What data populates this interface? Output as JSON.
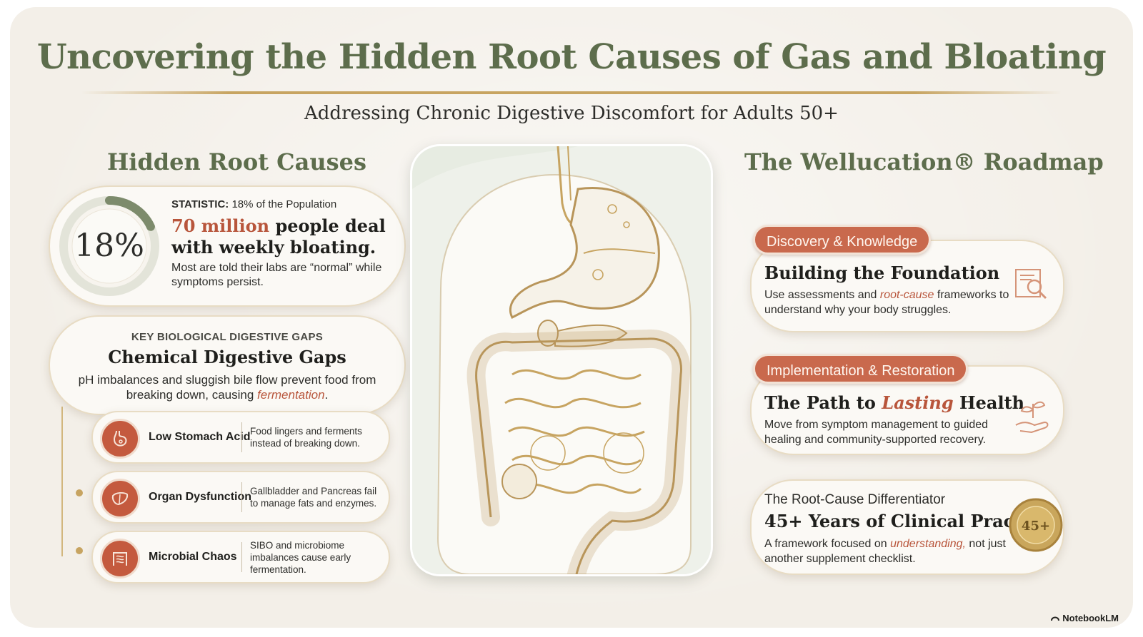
{
  "header": {
    "title": "Uncovering the Hidden Root Causes of Gas and Bloating",
    "subtitle": "Addressing Chronic Digestive Discomfort for Adults 50+"
  },
  "left": {
    "heading": "Hidden Root Causes",
    "stat": {
      "percent": "18%",
      "percent_value": 18,
      "label_prefix": "STATISTIC:",
      "label_text": "18% of the Population",
      "headline_highlight": "70 million",
      "headline_rest": "people deal with weekly bloating.",
      "body": "Most are told their labs are “normal” while symptoms persist."
    },
    "gaps": {
      "kicker": "KEY BIOLOGICAL DIGESTIVE GAPS",
      "title": "Chemical Digestive Gaps",
      "body_start": "pH imbalances and sluggish bile flow prevent food from breaking down, causing ",
      "body_em": "fermentation",
      "body_end": "."
    },
    "causes": [
      {
        "name": "Low Stomach Acid",
        "desc": "Food lingers and ferments instead of breaking down.",
        "icon": "stomach-icon"
      },
      {
        "name": "Organ Dysfunction",
        "desc": "Gallbladder and Pancreas fail to manage fats and enzymes.",
        "icon": "liver-icon"
      },
      {
        "name": "Microbial Chaos",
        "desc": "SIBO and microbiome imbalances cause early fermentation.",
        "icon": "intestine-icon"
      }
    ]
  },
  "right": {
    "heading": "The Wellucation® Roadmap",
    "steps": [
      {
        "tag": "Discovery & Knowledge",
        "title": "Building the Foundation",
        "body_start": "Use assessments and ",
        "body_em": "root-cause",
        "body_end": " frameworks to understand why your body struggles.",
        "icon": "magnifier-document-icon"
      },
      {
        "tag": "Implementation & Restoration",
        "title_start": "The Path to ",
        "title_em": "Lasting",
        "title_end": " Health",
        "body": "Move from symptom management to guided healing and community-supported recovery.",
        "icon": "hand-plant-icon"
      },
      {
        "kicker": "The Root-Cause Differentiator",
        "title": "45+ Years of Clinical Practice",
        "body_start": "A framework focused on ",
        "body_em": "understanding,",
        "body_end": " not just another supplement checklist.",
        "seal_text": "45+",
        "icon": "gold-seal-icon"
      }
    ]
  },
  "illustration": {
    "icon": "digestive-system-illustration"
  },
  "branding": {
    "label": "NotebookLM",
    "icon": "notebooklm-logo-icon"
  },
  "colors": {
    "background": "#f3efe8",
    "heading_green": "#5d6d4c",
    "accent_terracotta": "#c45a3e",
    "gold": "#c7a461"
  }
}
